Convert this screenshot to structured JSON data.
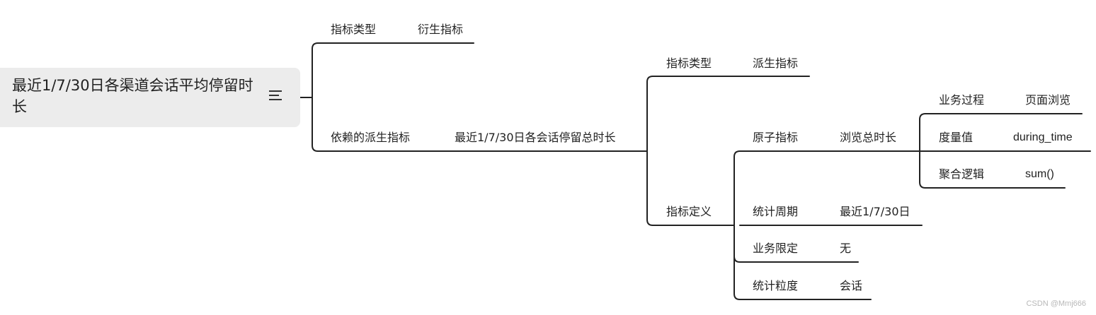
{
  "root": {
    "title": "最近1/7/30日各渠道会话平均停留时长",
    "menu_icon": "hamburger-menu-icon"
  },
  "nodes": {
    "type_key": "指标类型",
    "type_value": "衍生指标",
    "dep_key": "依赖的派生指标",
    "dep_value": "最近1/7/30日各会话停留总时长",
    "dep_type_key": "指标类型",
    "dep_type_value": "派生指标",
    "def_key": "指标定义",
    "atom_key": "原子指标",
    "atom_value": "浏览总时长",
    "biz_process_key": "业务过程",
    "biz_process_value": "页面浏览",
    "measure_key": "度量值",
    "measure_value": "during_time",
    "agg_key": "聚合逻辑",
    "agg_value": "sum()",
    "period_key": "统计周期",
    "period_value": "最近1/7/30日",
    "limit_key": "业务限定",
    "limit_value": "无",
    "grain_key": "统计粒度",
    "grain_value": "会话"
  },
  "colors": {
    "line": "#222222",
    "root_bg": "#ececec",
    "text": "#222222"
  },
  "watermark": "CSDN @Mmj666"
}
